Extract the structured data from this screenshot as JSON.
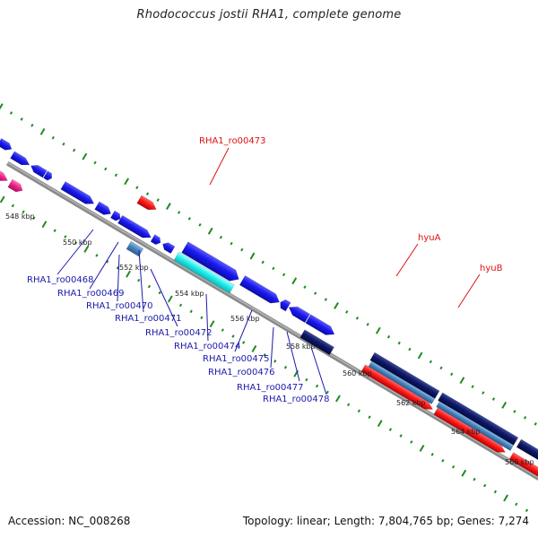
{
  "header": {
    "title": "Rhodococcus jostii RHA1, complete genome"
  },
  "footer": {
    "accession": "Accession: NC_008268",
    "summary": "Topology: linear; Length: 7,804,765 bp; Genes: 7,274"
  },
  "scale": {
    "ticks": [
      "548 kbp",
      "550 kbp",
      "552 kbp",
      "554 kbp",
      "556 kbp",
      "558 kbp",
      "560 kbp",
      "562 kbp",
      "564 kbp",
      "566 kbp"
    ]
  },
  "genes": {
    "top": [
      {
        "name": "RHA1_ro00473",
        "color": "#dd1111"
      },
      {
        "name": "hyuA",
        "color": "#dd1111"
      },
      {
        "name": "hyuB",
        "color": "#dd1111"
      }
    ],
    "bottom": [
      {
        "name": "RHA1_ro00468",
        "color": "#1a1aaa"
      },
      {
        "name": "RHA1_ro00469",
        "color": "#1a1aaa"
      },
      {
        "name": "RHA1_ro00470",
        "color": "#1a1aaa"
      },
      {
        "name": "RHA1_ro00471",
        "color": "#1a1aaa"
      },
      {
        "name": "RHA1_ro00472",
        "color": "#1a1aaa"
      },
      {
        "name": "RHA1_ro00474",
        "color": "#1a1aaa"
      },
      {
        "name": "RHA1_ro00475",
        "color": "#1a1aaa"
      },
      {
        "name": "RHA1_ro00476",
        "color": "#1a1aaa"
      },
      {
        "name": "RHA1_ro00477",
        "color": "#1a1aaa"
      },
      {
        "name": "RHA1_ro00478",
        "color": "#1a1aaa"
      }
    ]
  },
  "colors": {
    "backbone": "#808080",
    "tick_marks": "#1f8a1f",
    "forward_gene": "#ee1111",
    "reverse_gene": "#1a1aee",
    "dark_gene": "#0e1660",
    "steel_gene": "#4a86c0",
    "cyan_gene": "#22eeee",
    "magenta_gene": "#ee2288"
  }
}
